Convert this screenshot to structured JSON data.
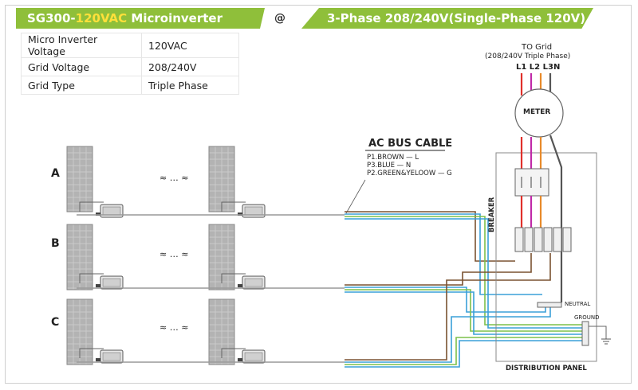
{
  "header": {
    "model_prefix": "SG300-",
    "model_highlight": "120VAC",
    "model_suffix": " Microinverter",
    "at_symbol": "@",
    "phase_title": "3-Phase 208/240V(Single-Phase 120V)"
  },
  "specs": [
    {
      "label": "Micro Inverter Voltage",
      "value": "120VAC"
    },
    {
      "label": "Grid  Voltage",
      "value": "208/240V"
    },
    {
      "label": "Grid Type",
      "value": "Triple Phase"
    }
  ],
  "rows": [
    {
      "id": "A",
      "ellipsis": "≈ … ≈"
    },
    {
      "id": "B",
      "ellipsis": "≈ … ≈"
    },
    {
      "id": "C",
      "ellipsis": "≈ … ≈"
    }
  ],
  "bus_cable": {
    "title": "AC BUS CABLE",
    "p1": "P1.BROWN — L",
    "p3": "P3.BLUE — N",
    "p2": "P2.GREEN&YELOOW — G"
  },
  "grid": {
    "to_grid": "TO Grid",
    "grid_type": "(208/240V Triple Phase)",
    "phases": "L1 L2 L3N",
    "meter": "METER"
  },
  "panel": {
    "breaker": "BREAKER",
    "neutral": "NEUTRAL",
    "ground": "GROUND",
    "title": "DISTRIBUTION PANEL"
  },
  "colors": {
    "banner": "#8fbf3a",
    "highlight": "#ffe03a",
    "brown": "#7a5230",
    "blue": "#3aa0d8",
    "green": "#7cc04a",
    "red": "#e0302a",
    "magenta": "#c02aa8",
    "orange": "#e88a2a"
  }
}
